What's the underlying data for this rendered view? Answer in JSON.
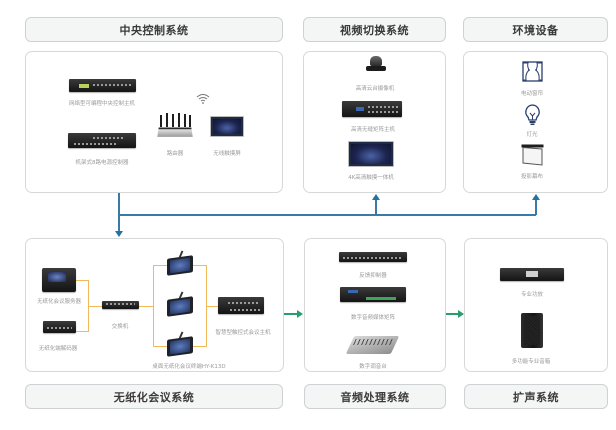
{
  "colors": {
    "connector_blue": "#3b7aa6",
    "connector_orange": "#f1b95a",
    "connector_green": "#2a9d6f",
    "icon_navy": "#2b3f6b"
  },
  "sections": {
    "central_control": {
      "title": "中央控制系统",
      "devices": {
        "controller": "网络型可编程中央控制主机",
        "power_sequencer": "机架式8路电源控制器",
        "router": "路由器",
        "touch_panel": "无线触摸屏"
      },
      "icons": {
        "wifi": "wifi-icon"
      }
    },
    "video_switching": {
      "title": "视频切换系统",
      "devices": {
        "camera": "高清云台摄像机",
        "matrix": "高清无缝矩阵主机",
        "display": "4K高清触摸一体机"
      }
    },
    "environment": {
      "title": "环境设备",
      "devices": {
        "curtain": "电动窗帘",
        "lighting": "灯光",
        "screen": "投影幕布"
      },
      "icons": {
        "curtain": "curtain-icon",
        "lighting": "lightbulb-icon",
        "screen": "projection-screen-icon"
      }
    },
    "paperless": {
      "title": "无纸化会议系统",
      "devices": {
        "server": "无纸化会议服务器",
        "decoder": "无纸化端解码器",
        "switch": "交换机",
        "terminal": "桌面无纸化会议终端HY-K13D",
        "host": "智慧型触控式会议主机"
      }
    },
    "audio": {
      "title": "音频处理系统",
      "devices": {
        "feedback": "反馈抑制器",
        "matrix": "数字音频媒体矩阵",
        "mixer": "数字调音台"
      }
    },
    "pa": {
      "title": "扩声系统",
      "devices": {
        "amplifier": "专业功放",
        "speaker": "多功能专业音箱"
      }
    }
  }
}
